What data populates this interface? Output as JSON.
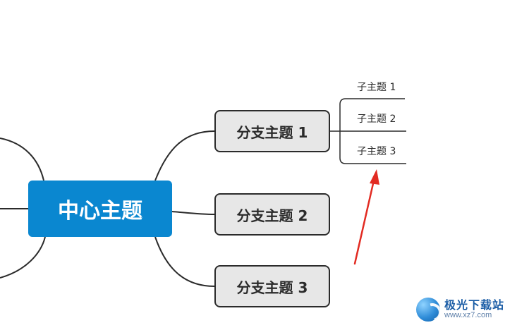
{
  "mindmap": {
    "center_topic": "中心主题",
    "branches": [
      {
        "label": "分支主题 1"
      },
      {
        "label": "分支主题 2"
      },
      {
        "label": "分支主题 3"
      }
    ],
    "subtopics": [
      {
        "label": "子主题 1"
      },
      {
        "label": "子主题 2"
      },
      {
        "label": "子主题 3"
      }
    ]
  },
  "watermark": {
    "title": "极光下载站",
    "url": "www.xz7.com"
  },
  "colors": {
    "center_fill": "#0a87d0",
    "branch_fill": "#e7e7e7",
    "line": "#2b2b2b",
    "annotation_arrow": "#e22b22"
  }
}
